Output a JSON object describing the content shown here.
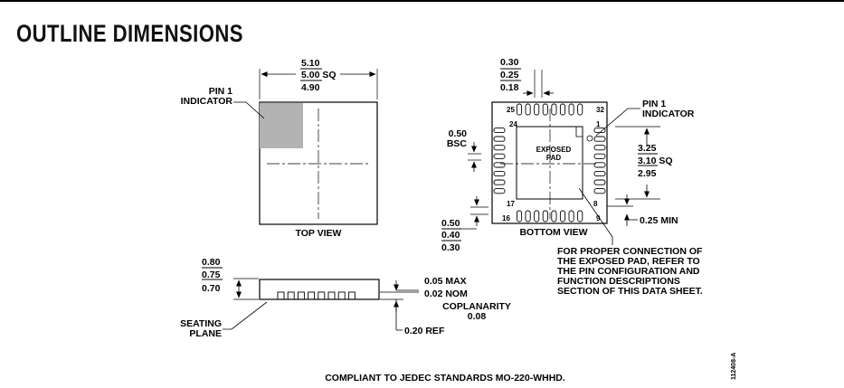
{
  "page_title": "OUTLINE DIMENSIONS",
  "top_view": {
    "body_width": {
      "max": "5.10",
      "nom": "5.00 SQ",
      "min": "4.90"
    },
    "pin1_indicator": [
      "PIN 1",
      "INDICATOR"
    ],
    "view_label": "TOP VIEW"
  },
  "bottom_view": {
    "lead_width": {
      "max": "0.30",
      "nom": "0.25",
      "min": "0.18"
    },
    "pitch": [
      "0.50",
      "BSC"
    ],
    "pin1_indicator": [
      "PIN 1",
      "INDICATOR"
    ],
    "exposed_pad_label": [
      "EXPOSED",
      "PAD"
    ],
    "exposed_pad_size": {
      "max": "3.25",
      "nom": "3.10 SQ",
      "min": "2.95"
    },
    "lead_length": {
      "max": "0.50",
      "nom": "0.40",
      "min": "0.30"
    },
    "min_spacing": "0.25 MIN",
    "pin_numbers": {
      "p1": "1",
      "p8": "8",
      "p9": "9",
      "p16": "16",
      "p17": "17",
      "p24": "24",
      "p25": "25",
      "p32": "32"
    },
    "view_label": "BOTTOM VIEW",
    "note": [
      "FOR PROPER CONNECTION OF",
      "THE EXPOSED PAD, REFER TO",
      "THE PIN CONFIGURATION AND",
      "FUNCTION DESCRIPTIONS",
      "SECTION OF THIS DATA SHEET."
    ]
  },
  "side_view": {
    "height": {
      "max": "0.80",
      "nom": "0.75",
      "min": "0.70"
    },
    "standoff": {
      "max": "0.05 MAX",
      "nom": "0.02 NOM"
    },
    "coplanarity": [
      "COPLANARITY",
      "0.08"
    ],
    "ref": "0.20 REF",
    "seating_plane": [
      "SEATING",
      "PLANE"
    ]
  },
  "footer": "COMPLIANT TO JEDEC STANDARDS MO-220-WHHD.",
  "drawing_id": "112408-A"
}
